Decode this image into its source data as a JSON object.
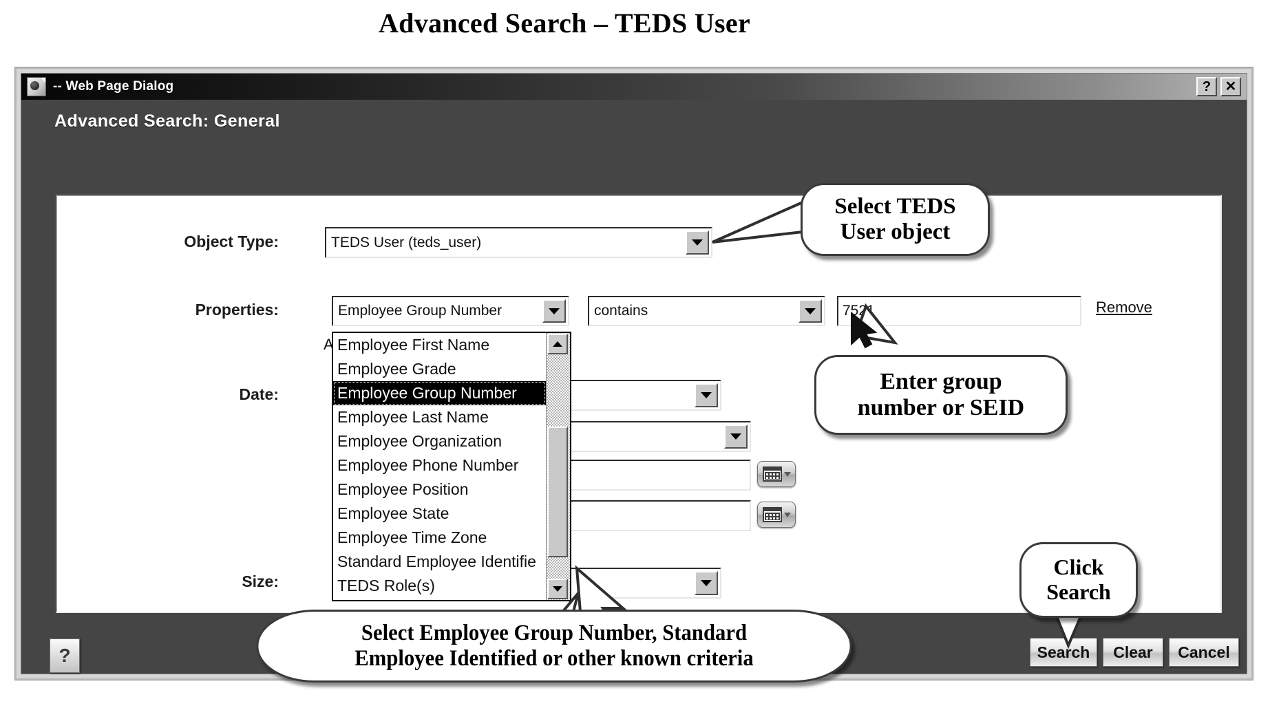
{
  "page": {
    "title": "Advanced Search – TEDS User"
  },
  "window": {
    "titlebar_text": "-- Web Page Dialog",
    "icon": "web-page-icon",
    "help_button": "?",
    "close_button": "✕",
    "header": "Advanced Search: General"
  },
  "form": {
    "object_type": {
      "label": "Object Type:",
      "value": "TEDS User (teds_user)"
    },
    "properties": {
      "label": "Properties:",
      "field_value": "Employee Group Number",
      "operator_value": "contains",
      "criteria_value": "7521",
      "remove_label": "Remove"
    },
    "date": {
      "label": "Date:"
    },
    "size": {
      "label": "Size:"
    },
    "hidden_row_text": "A"
  },
  "dropdown": {
    "open": true,
    "selected": "Employee Group Number",
    "options": [
      "Employee First Name",
      "Employee Grade",
      "Employee Group Number",
      "Employee Last Name",
      "Employee Organization",
      "Employee Phone Number",
      "Employee Position",
      "Employee State",
      "Employee Time Zone",
      "Standard Employee Identifie",
      "TEDS Role(s)"
    ],
    "scroll_up_icon": "triangle-up-icon",
    "scroll_down_icon": "triangle-down-icon"
  },
  "footer": {
    "help_label": "?",
    "buttons": [
      {
        "label": "Search"
      },
      {
        "label": "Clear"
      },
      {
        "label": "Cancel"
      }
    ]
  },
  "callouts": [
    {
      "id": "select-object",
      "line1": "Select TEDS",
      "line2": "User object"
    },
    {
      "id": "enter-group",
      "line1": "Enter group",
      "line2": "number or SEID"
    },
    {
      "id": "click-search",
      "line1": "Click",
      "line2": "Search"
    },
    {
      "id": "select-property",
      "line1": "Select Employee Group Number, Standard",
      "line2": "Employee Identified or other known criteria"
    }
  ],
  "colors": {
    "dialog_background": "#454545",
    "panel_background": "#ffffff",
    "titlebar_dark": "#0a0a0a",
    "titlebar_light": "#b6b6b6",
    "selection_background": "#000000",
    "frame": "#d6d6d6"
  }
}
